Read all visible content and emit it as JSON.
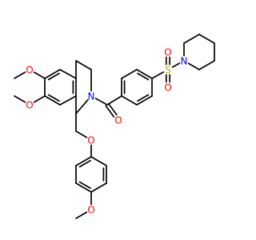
{
  "colors": {
    "bond": "#000000",
    "background": "#ffffff",
    "O": "#ff0000",
    "N": "#0000ff",
    "S": "#b2b200"
  },
  "atoms": [
    {
      "id": "o_ome_top",
      "label": "O",
      "element": "O"
    },
    {
      "id": "o_ome_mid",
      "label": "O",
      "element": "O"
    },
    {
      "id": "n_ring",
      "label": "N",
      "element": "N"
    },
    {
      "id": "o_carbonyl",
      "label": "O",
      "element": "O"
    },
    {
      "id": "o_ether",
      "label": "O",
      "element": "O"
    },
    {
      "id": "o_ome_bottom",
      "label": "O",
      "element": "O"
    },
    {
      "id": "s_sulfonyl",
      "label": "S",
      "element": "S"
    },
    {
      "id": "o_sulfonyl_top",
      "label": "O",
      "element": "O"
    },
    {
      "id": "o_sulfonyl_bottom",
      "label": "O",
      "element": "O"
    },
    {
      "id": "n_piperidine",
      "label": "N",
      "element": "N"
    }
  ]
}
